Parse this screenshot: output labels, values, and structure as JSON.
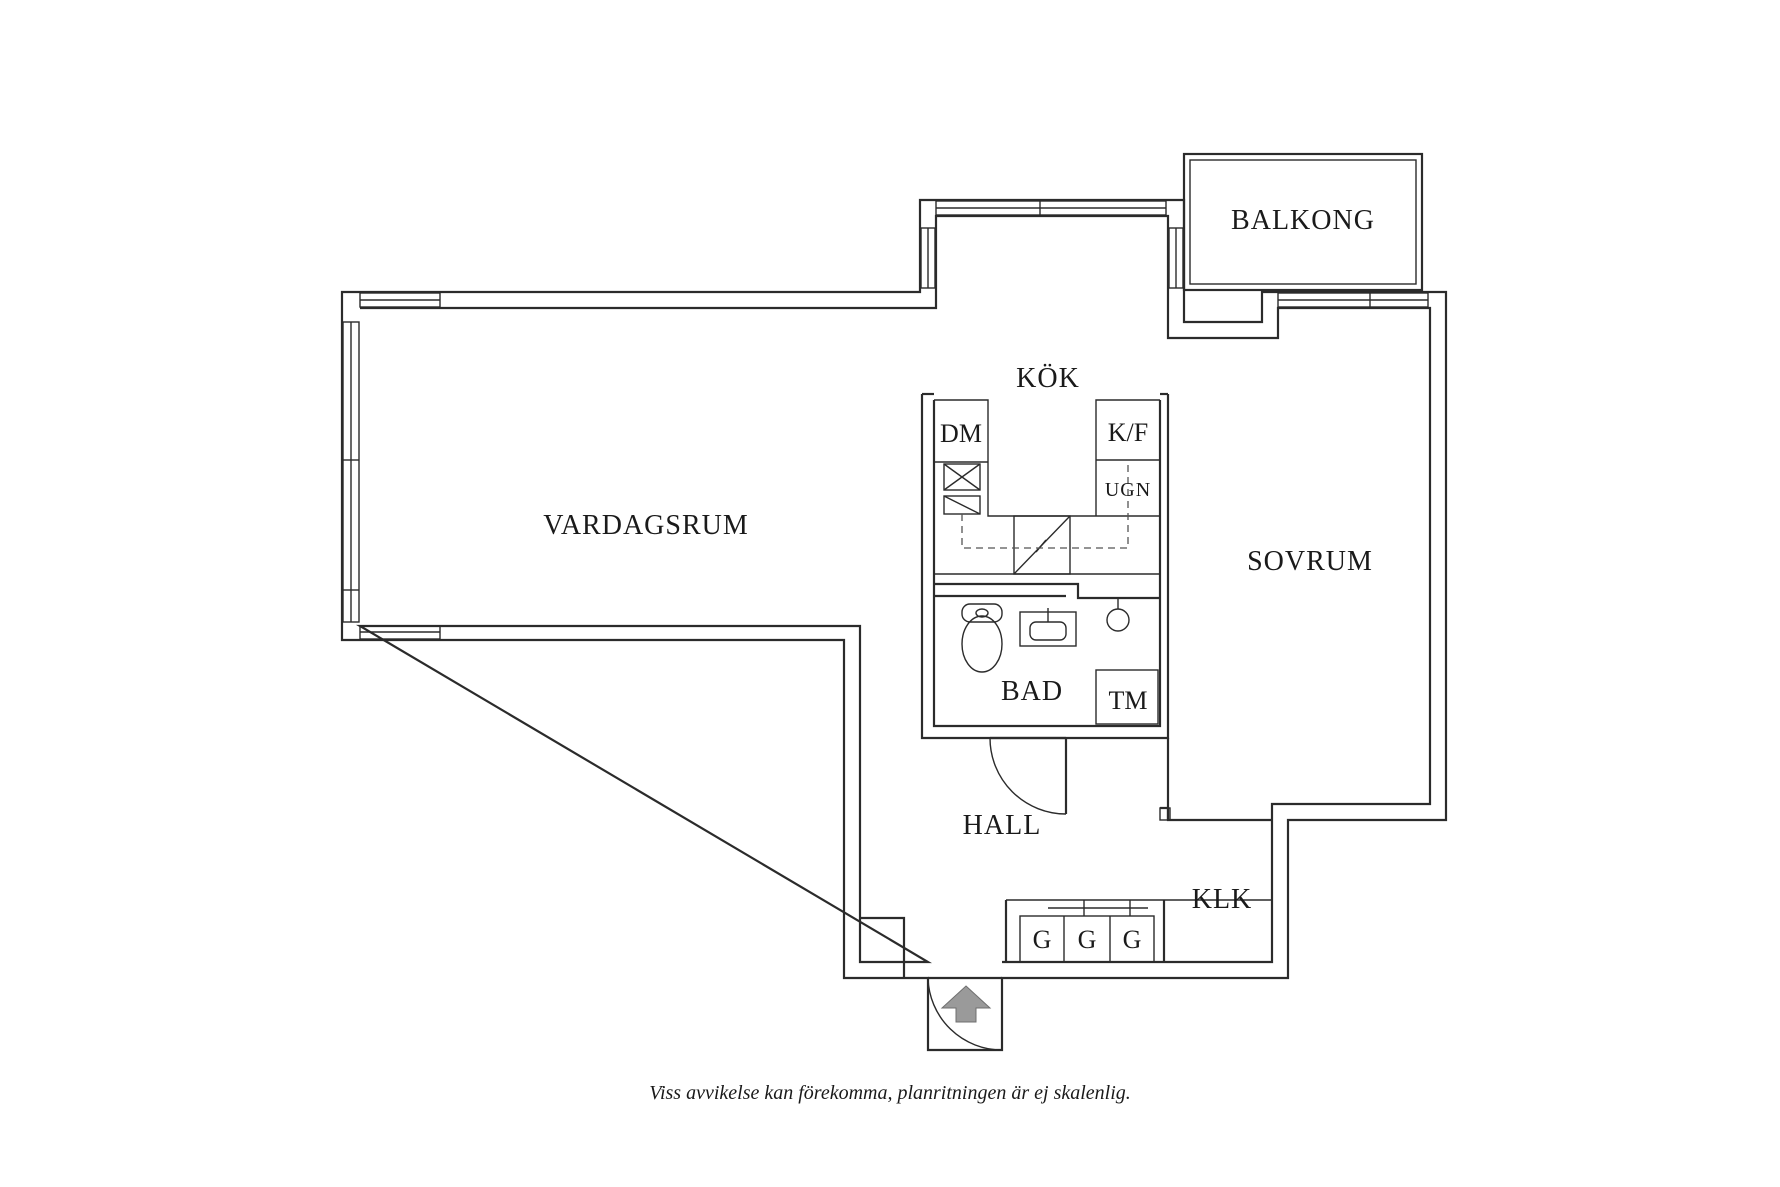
{
  "rooms": {
    "balkong": "BALKONG",
    "kok": "KÖK",
    "vardagsrum": "VARDAGSRUM",
    "sovrum": "SOVRUM",
    "bad": "BAD",
    "hall": "HALL",
    "klk": "KLK"
  },
  "fixtures": {
    "dm": "DM",
    "kf": "K/F",
    "ugn": "UGN",
    "tm": "TM",
    "g1": "G",
    "g2": "G",
    "g3": "G"
  },
  "disclaimer": "Viss avvikelse kan förekomma, planritningen är ej skalenlig.",
  "colors": {
    "line": "#2b2b2b",
    "entrance_arrow": "#9a9a9a"
  }
}
